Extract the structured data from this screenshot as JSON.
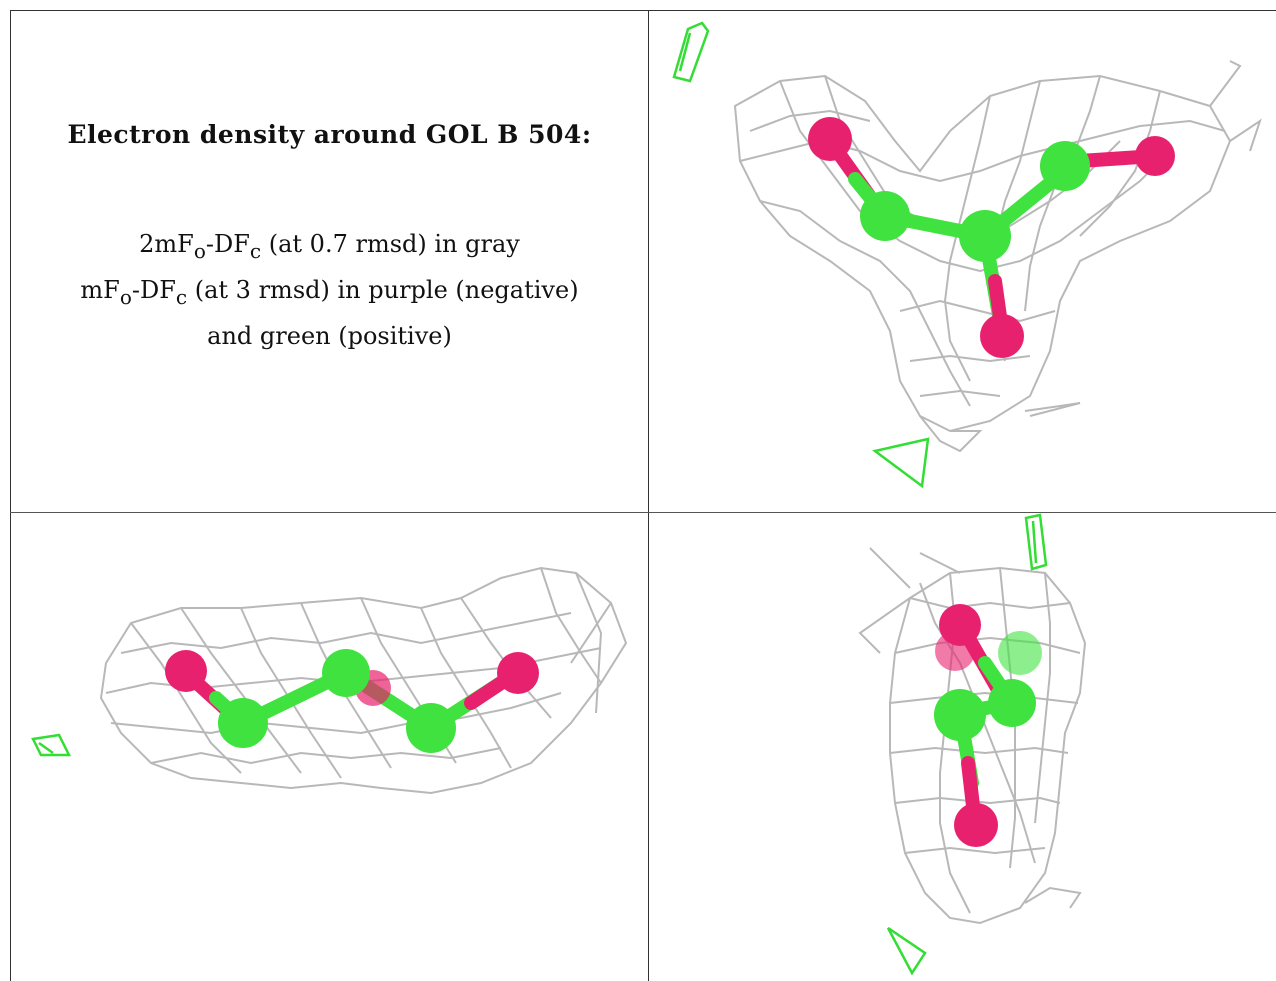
{
  "legend": {
    "title": "Electron density around GOL B 504:",
    "line1_main": "2mF",
    "line1_sub_o": "o",
    "line1_mid": "-DF",
    "line1_sub_c": "c",
    "line1_rest": " (at 0.7 rmsd) in gray",
    "line2_main": "mF",
    "line2_sub_o": "o",
    "line2_mid": "-DF",
    "line2_sub_c": "c",
    "line2_rest": " (at 3 rmsd) in purple (negative)",
    "line3": "and green (positive)"
  },
  "colors": {
    "mesh": "#b8b8b8",
    "carbon": "#3fe23f",
    "oxygen": "#e8216e",
    "positive_density": "#33dd33"
  }
}
